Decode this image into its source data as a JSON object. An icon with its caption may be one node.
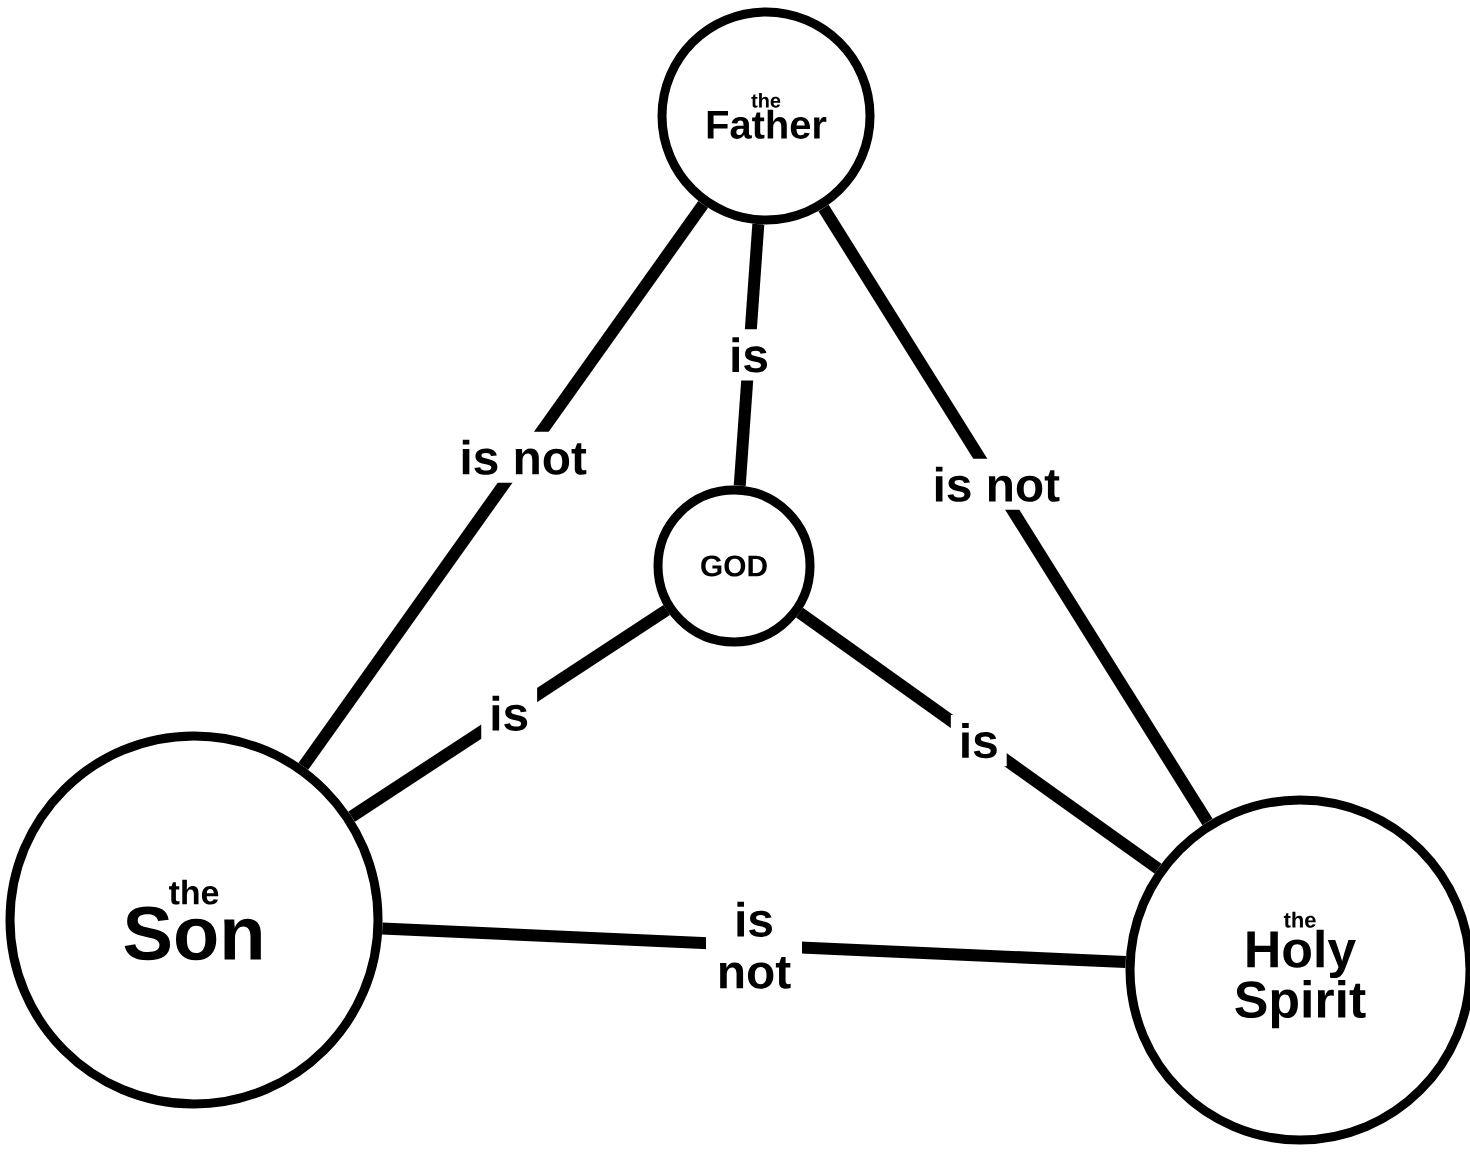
{
  "diagram": {
    "nodes": [
      {
        "text": [
          "the",
          "Father"
        ]
      },
      {
        "text": [
          "GOD"
        ]
      },
      {
        "text": [
          "the",
          "Son"
        ]
      },
      {
        "text": [
          "the",
          "Holy Spirit"
        ]
      }
    ],
    "edges": [
      {
        "from": 0,
        "to": 2,
        "arrow": "none",
        "label": "is not"
      },
      {
        "from": 0,
        "to": 3,
        "arrow": "none",
        "label": "is not"
      },
      {
        "from": 0,
        "to": 1,
        "arrow": "none",
        "label": "is"
      },
      {
        "from": 2,
        "to": 1,
        "arrow": "none",
        "label": "is"
      },
      {
        "from": 3,
        "to": 1,
        "arrow": "none",
        "label": "is"
      },
      {
        "from": 2,
        "to": 3,
        "arrow": "none",
        "label": "is not"
      }
    ]
  }
}
